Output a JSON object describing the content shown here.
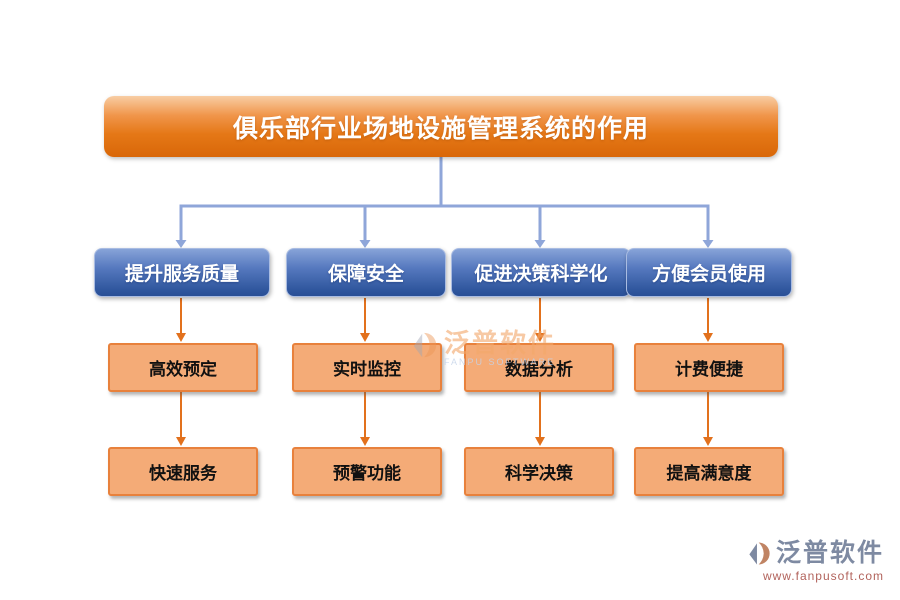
{
  "title": "俱乐部行业场地设施管理系统的作用",
  "columns": [
    {
      "header": "提升服务质量",
      "items": [
        "高效预定",
        "快速服务"
      ]
    },
    {
      "header": "保障安全",
      "items": [
        "实时监控",
        "预警功能"
      ]
    },
    {
      "header": "促进决策科学化",
      "items": [
        "数据分析",
        "科学决策"
      ]
    },
    {
      "header": "方便会员使用",
      "items": [
        "计费便捷",
        "提高满意度"
      ]
    }
  ],
  "watermark": {
    "name": "泛普软件",
    "subtitle": "FANPU SOFTWARE"
  },
  "brand": {
    "name": "泛普软件",
    "url": "www.fanpusoft.com"
  },
  "colors": {
    "title_orange": "#e57817",
    "node_fill": "#f4ab77",
    "node_border": "#e8813c",
    "header_blue": "#31589f",
    "connector_blue": "#8fa6d9",
    "arrow_orange": "#e2711d",
    "brand_gray_blue": "#7e8aa2",
    "brand_url_red": "#b2635c"
  }
}
